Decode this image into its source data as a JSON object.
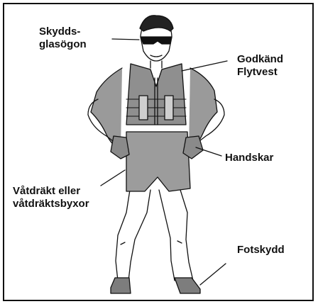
{
  "labels": {
    "goggles": [
      "Skydds-",
      "glasögon"
    ],
    "vest": [
      "Godkänd",
      "Flytvest"
    ],
    "gloves": [
      "Handskar"
    ],
    "wetsuit": [
      "Våtdräkt eller",
      "våtdräktsbyxor"
    ],
    "footwear": [
      "Fotskydd"
    ]
  },
  "colors": {
    "line": "#111111",
    "gear_fill": "#8a8a8a",
    "gear_dark": "#555555",
    "background": "#ffffff"
  },
  "icons": {
    "figure": "person-with-safety-gear-icon"
  }
}
